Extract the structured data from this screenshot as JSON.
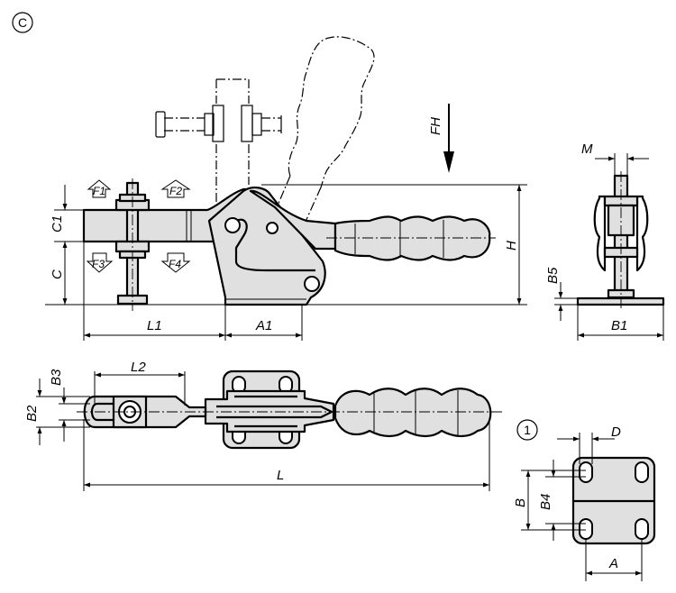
{
  "drawing": {
    "variant_badge": "C",
    "detail_badge": "1",
    "colors": {
      "part_fill": "#e0e0e0",
      "line": "#000000",
      "background": "#ffffff"
    }
  },
  "side_view": {
    "force_arrows": [
      "F1",
      "F2",
      "F3",
      "F4"
    ],
    "handle_force": "FH",
    "dimensions": {
      "c1": "C1",
      "c": "C",
      "l1": "L1",
      "a1": "A1",
      "h": "H"
    }
  },
  "end_view": {
    "dimensions": {
      "m": "M",
      "b5": "B5",
      "b1": "B1"
    }
  },
  "top_view": {
    "dimensions": {
      "l2": "L2",
      "b3": "B3",
      "b2": "B2",
      "l": "L"
    }
  },
  "base_plate_detail": {
    "dimensions": {
      "d": "D",
      "b": "B",
      "b4": "B4",
      "a": "A"
    }
  }
}
